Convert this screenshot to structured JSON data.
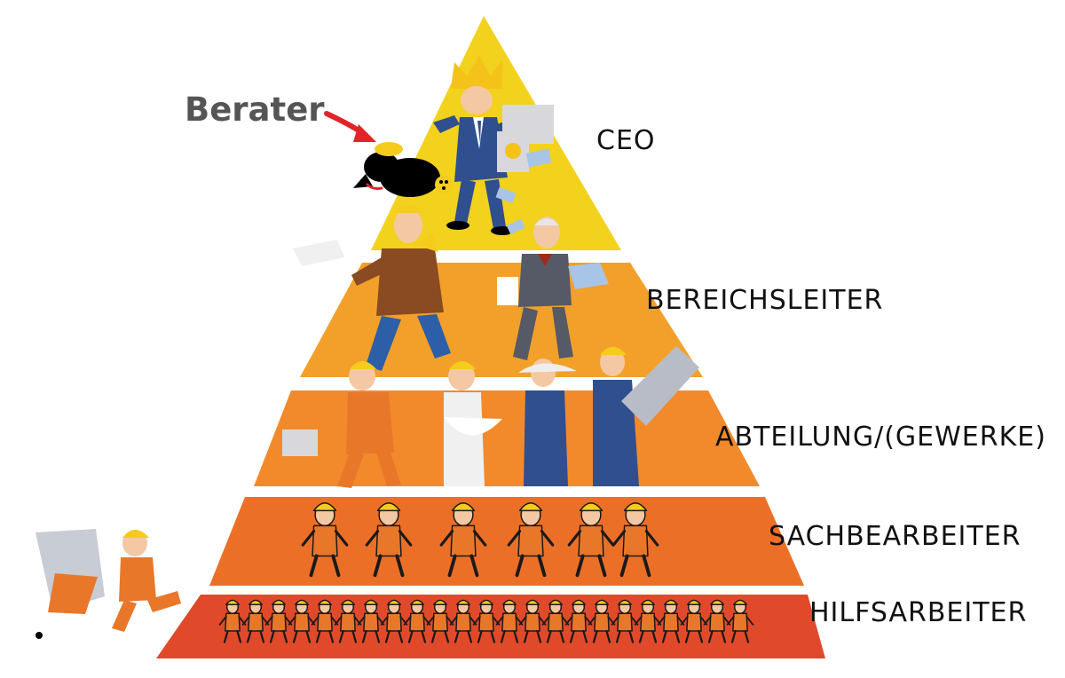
{
  "levels": [
    {
      "label": "CEO",
      "color": "#f2d21c"
    },
    {
      "label": "BEREICHSLEITER",
      "color": "#f3a02a"
    },
    {
      "label": "ABTEILUNG/(GEWERKE)",
      "color": "#f28a2b"
    },
    {
      "label": "SACHBEARBEITER",
      "color": "#ec6f28"
    },
    {
      "label": "HILFSARBEITER",
      "color": "#e04a2a"
    }
  ],
  "callout": {
    "label": "Berater",
    "arrow_color": "#e0242a"
  },
  "figures": {
    "skin": "#f4c8a3",
    "helmet": "#f5cc1c",
    "suit": "#2f4f8f",
    "overall": "#e8772a",
    "jeans": "#2d5ea8",
    "jacket": "#8a4b22",
    "crown": "#f5c21a",
    "ink": "#1a1a1a"
  }
}
